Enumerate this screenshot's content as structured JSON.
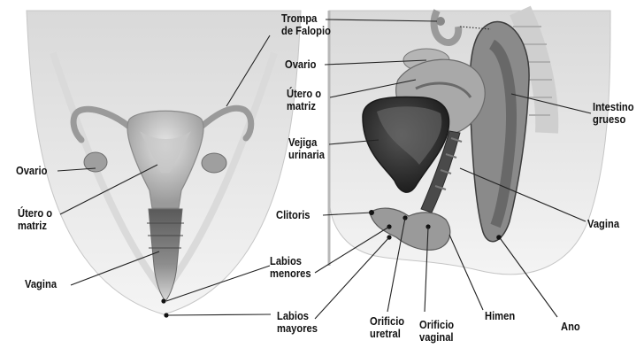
{
  "colors": {
    "background": "#ffffff",
    "body_light": "#ebebeb",
    "body_mid": "#bdbdbd",
    "organ": "#8a8a8a",
    "organ_dark": "#3c3c3c",
    "label_text": "#111111",
    "leader_line": "#222222"
  },
  "labels": {
    "trompa_1": "Trompa",
    "trompa_2": "de Falopio",
    "ovario_right": "Ovario",
    "utero_right_1": "Útero o",
    "utero_right_2": "matriz",
    "vejiga_1": "Vejiga",
    "vejiga_2": "urinaria",
    "clitoris": "Clitoris",
    "labios_menores_1": "Labios",
    "labios_menores_2": "menores",
    "labios_mayores_1": "Labios",
    "labios_mayores_2": "mayores",
    "orificio_uretral_1": "Orificio",
    "orificio_uretral_2": "uretral",
    "orificio_vaginal_1": "Orificio",
    "orificio_vaginal_2": "vaginal",
    "himen": "Himen",
    "ano": "Ano",
    "vagina_right": "Vagina",
    "intestino_1": "Intestino",
    "intestino_2": "grueso",
    "ovario_left": "Ovario",
    "utero_left_1": "Útero o",
    "utero_left_2": "matriz",
    "vagina_left": "Vagina"
  }
}
